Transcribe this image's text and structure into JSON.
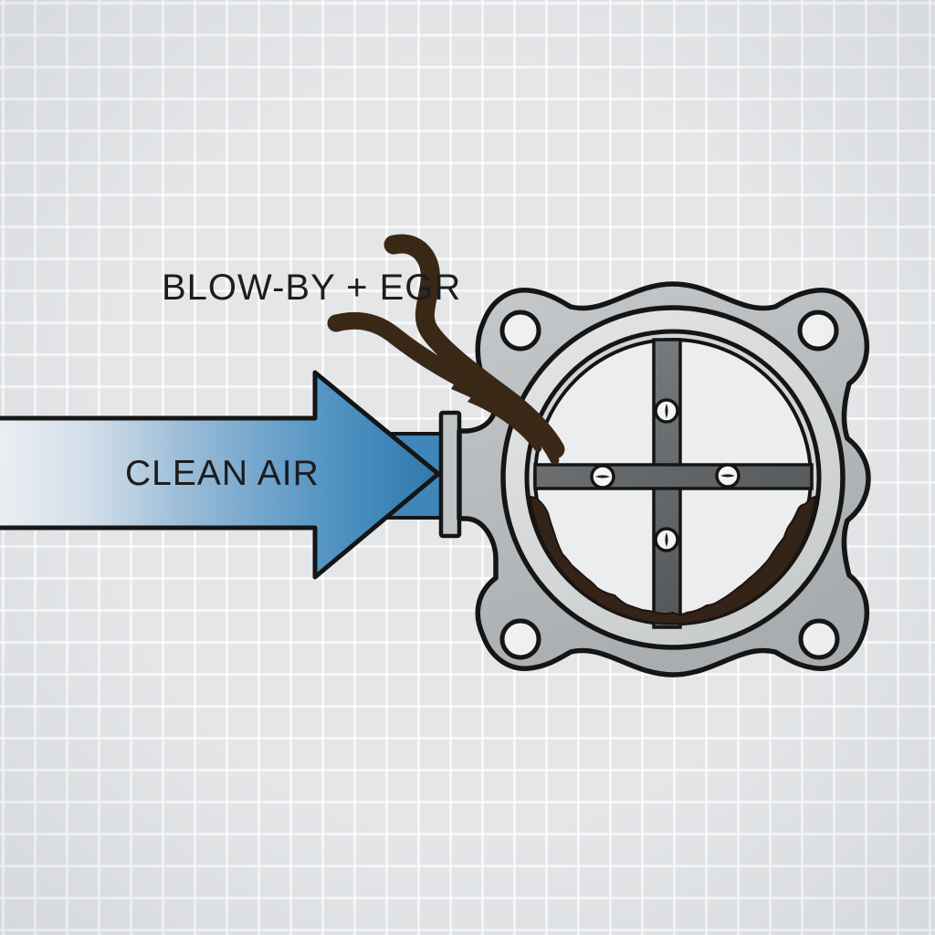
{
  "diagram": {
    "title_hint": "throttle-body airflow diagram",
    "labels": {
      "clean_air": "CLEAN AIR",
      "blow_by_egr": "BLOW-BY + EGR"
    },
    "colors": {
      "background": "#e4e6e8",
      "grid_line": "#f5f7f8",
      "text": "#1d1d1f",
      "outline": "#151515",
      "arrow_blue_deep": "#3079ae",
      "arrow_blue_mid": "#4d8fc0",
      "arrow_blue_light": "#f3f6f9",
      "duct_blue": "#3f86ba",
      "metal_gray": "#b7bbbe",
      "plate_gray": "#c0c3c5",
      "ring_light": "#dfe1e3",
      "rim_step": "#d2d4d6",
      "bore_light": "#ecedee",
      "bar_gray": "#626567",
      "screw_white": "#f4f5f5",
      "slot_dark": "#2b2018",
      "deposit_brown": "#342317",
      "stream_brown": "#3a2817"
    }
  }
}
